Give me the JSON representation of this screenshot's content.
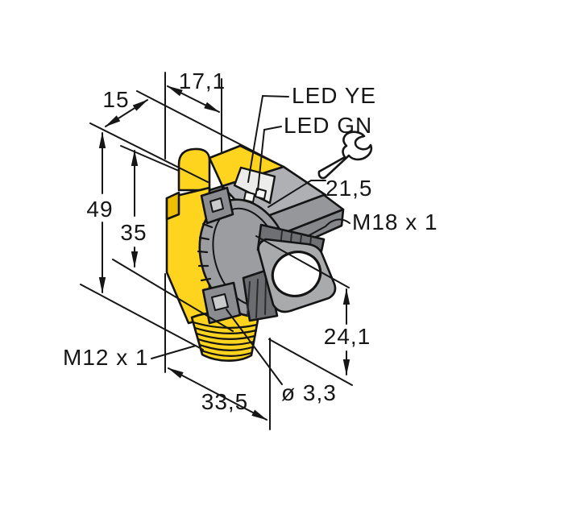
{
  "drawing": {
    "background": "#ffffff",
    "colors": {
      "body_yellow": "#FFD41E",
      "body_yellow_shade": "#EDBD00",
      "housing_gray": "#9B9DA0",
      "housing_gray_light": "#AEB0B3",
      "housing_gray_dark": "#6E7073",
      "led_window": "#ECECEA",
      "lens_white": "#FFFFFF",
      "line_black": "#161616"
    },
    "labels": {
      "dim_depth_top": "17,1",
      "dim_depth_step": "15",
      "dim_height_total": "49",
      "dim_height_body": "35",
      "led_yellow": "LED YE",
      "led_green": "LED GN",
      "wrench_size": "21,5",
      "thread_front": "M18 x 1",
      "dim_axis_height": "24,1",
      "thread_connector": "M12 x 1",
      "dim_width_total": "33,5",
      "dim_hole_diameter": "ø 3,3"
    },
    "icons": {
      "wrench": "open-end-wrench-icon"
    }
  }
}
